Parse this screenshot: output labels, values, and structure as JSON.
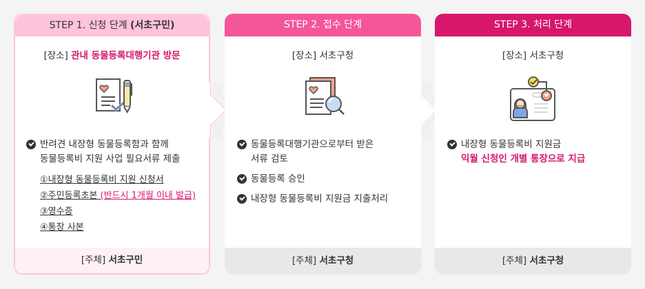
{
  "colors": {
    "step1_header": "#ffc3dc",
    "step2_header": "#f45799",
    "step3_header": "#d7176b",
    "accent_text": "#d7176b",
    "background": "#f4f4f4"
  },
  "steps": [
    {
      "header_prefix": "STEP 1. 신청 단계 ",
      "header_bold": "(서초구민)",
      "place_label": "[장소] ",
      "place_value": "관내 동물등록대행기관 방문",
      "icon": "document-heart-pencil-icon",
      "bullets": [
        {
          "line1": "반려견 내장형 동물등록함과 함께",
          "line2": "동물등록비 지원 사업 필요서류 제출"
        }
      ],
      "documents": [
        {
          "text": "①내장형 동물등록비 지원 신청서"
        },
        {
          "text": "②주민등록초본 ",
          "note": "(반드시 1개월 이내 발급)"
        },
        {
          "text": "③영수증 "
        },
        {
          "text": "④통장 사본"
        }
      ],
      "footer_label": "[주체] ",
      "footer_value": "서초구민"
    },
    {
      "header": "STEP 2. 접수 단계",
      "place_label": "[장소] ",
      "place_value": "서초구청",
      "icon": "document-magnifier-icon",
      "bullets": [
        {
          "line1": "동물등록대행기관으로부터 받은",
          "line2": "서류 검토"
        },
        {
          "line1": "동물등록 승인"
        },
        {
          "line1": "내장형 동물등록비 지원금 지출처리"
        }
      ],
      "footer_label": "[주체] ",
      "footer_value": "서초구청"
    },
    {
      "header": "STEP 3. 처리 단계",
      "place_label": "[장소] ",
      "place_value": "서초구청",
      "icon": "id-card-check-icon",
      "bullets": [
        {
          "line1": "내장형 동물등록비 지원금",
          "line2_highlight": "익월 신청인 개별 통장으로 지급"
        }
      ],
      "footer_label": "[주체] ",
      "footer_value": "서초구청"
    }
  ]
}
